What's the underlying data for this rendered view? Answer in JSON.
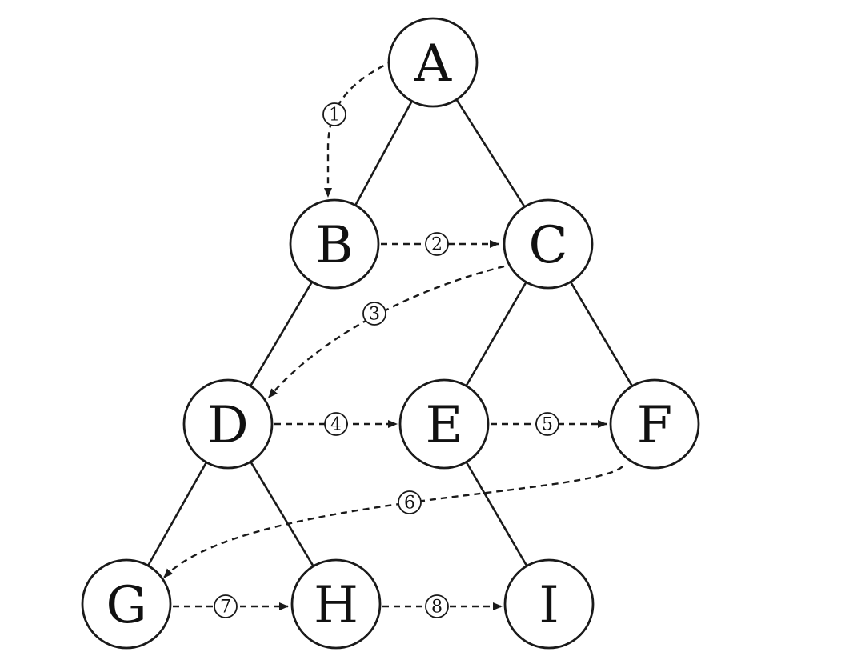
{
  "nodes": [
    {
      "id": "A",
      "label": "A"
    },
    {
      "id": "B",
      "label": "B"
    },
    {
      "id": "C",
      "label": "C"
    },
    {
      "id": "D",
      "label": "D"
    },
    {
      "id": "E",
      "label": "E"
    },
    {
      "id": "F",
      "label": "F"
    },
    {
      "id": "G",
      "label": "G"
    },
    {
      "id": "H",
      "label": "H"
    },
    {
      "id": "I",
      "label": "I"
    }
  ],
  "tree_edges": [
    {
      "from": "A",
      "to": "B"
    },
    {
      "from": "A",
      "to": "C"
    },
    {
      "from": "B",
      "to": "D"
    },
    {
      "from": "C",
      "to": "E"
    },
    {
      "from": "C",
      "to": "F"
    },
    {
      "from": "D",
      "to": "G"
    },
    {
      "from": "D",
      "to": "H"
    },
    {
      "from": "E",
      "to": "I"
    }
  ],
  "traversal_steps": [
    {
      "step": "1",
      "from": "A",
      "to": "B"
    },
    {
      "step": "2",
      "from": "B",
      "to": "C"
    },
    {
      "step": "3",
      "from": "C",
      "to": "D"
    },
    {
      "step": "4",
      "from": "D",
      "to": "E"
    },
    {
      "step": "5",
      "from": "E",
      "to": "F"
    },
    {
      "step": "6",
      "from": "F",
      "to": "G"
    },
    {
      "step": "7",
      "from": "G",
      "to": "H"
    },
    {
      "step": "8",
      "from": "H",
      "to": "I"
    }
  ]
}
